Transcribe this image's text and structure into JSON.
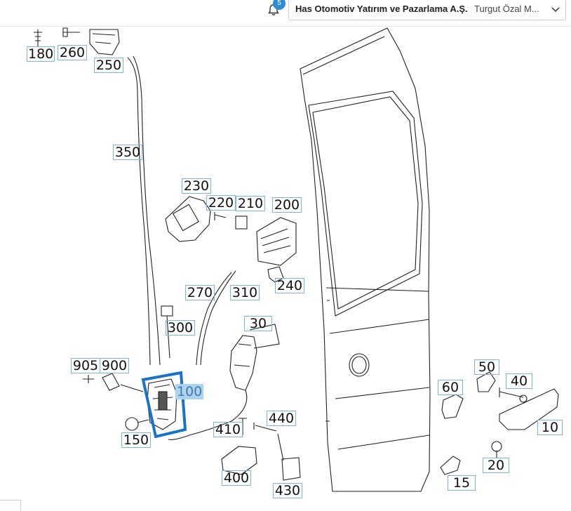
{
  "header": {
    "notifications_count": "5",
    "company_name": "Has Otomotiv Yatırım ve Pazarlama A.Ş.",
    "branch_name": "Turgut Özal M..."
  },
  "diagram": {
    "selected_part": "100",
    "highlight_color": "#1a73c9",
    "callouts": [
      "180",
      "260",
      "250",
      "350",
      "230",
      "220",
      "210",
      "200",
      "270",
      "310",
      "240",
      "300",
      "30",
      "905",
      "900",
      "100",
      "150",
      "410",
      "440",
      "400",
      "430",
      "60",
      "50",
      "40",
      "10",
      "20",
      "15"
    ]
  }
}
